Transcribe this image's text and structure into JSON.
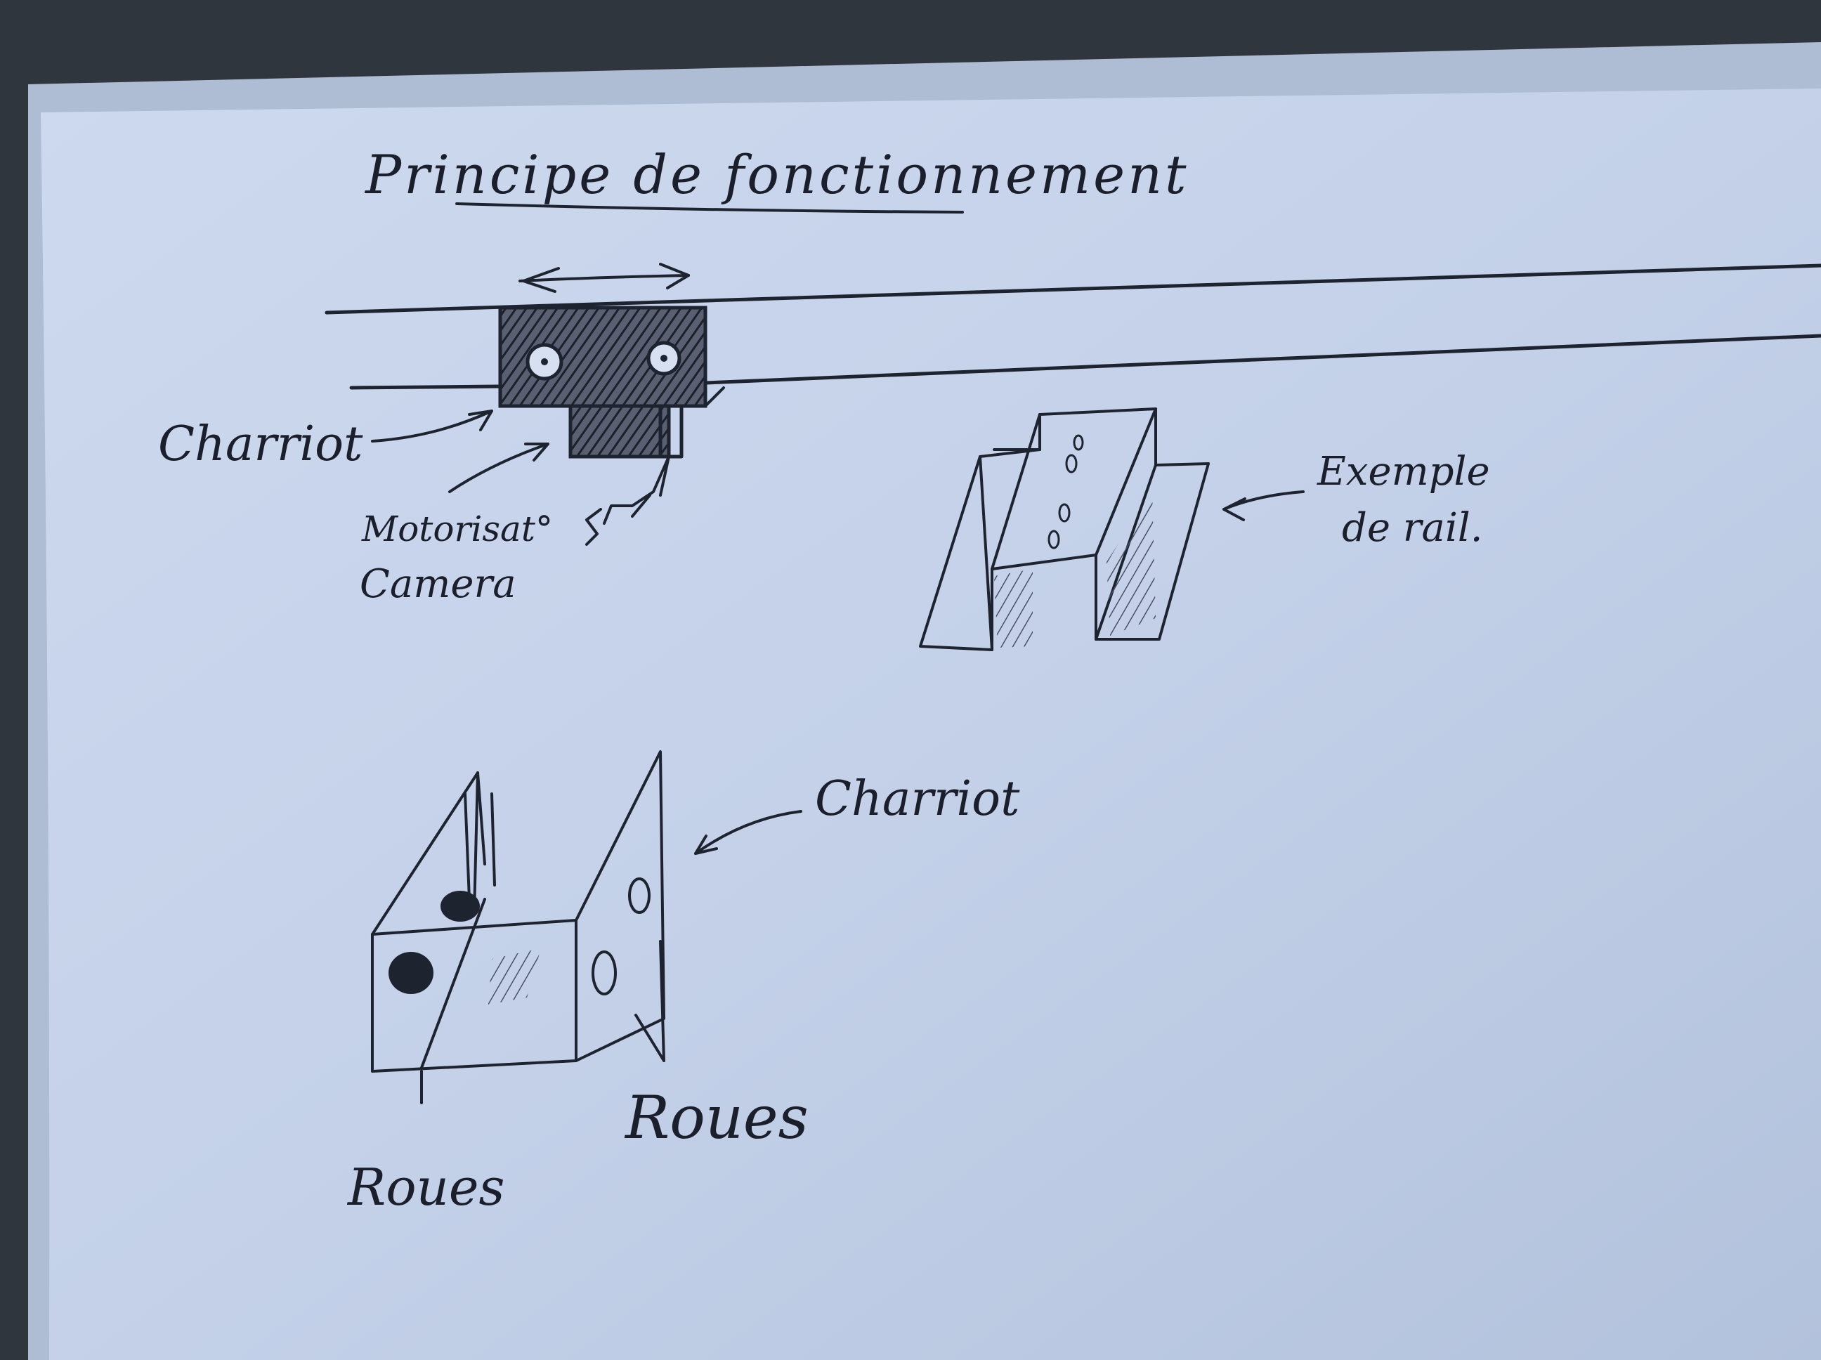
{
  "title": "Principe de fonctionnement",
  "labels": {
    "charriot_top": "Charriot",
    "motorisation": "Motorisat°",
    "camera": "Camera",
    "exemple_line1": "Exemple",
    "exemple_line2": "de rail.",
    "charriot_bottom": "Charriot",
    "roues_left": "Roues",
    "roues_right": "Roues"
  },
  "colors": {
    "paper": "#c9d5ea",
    "ink": "#1e2330",
    "background": "#2c3138"
  }
}
